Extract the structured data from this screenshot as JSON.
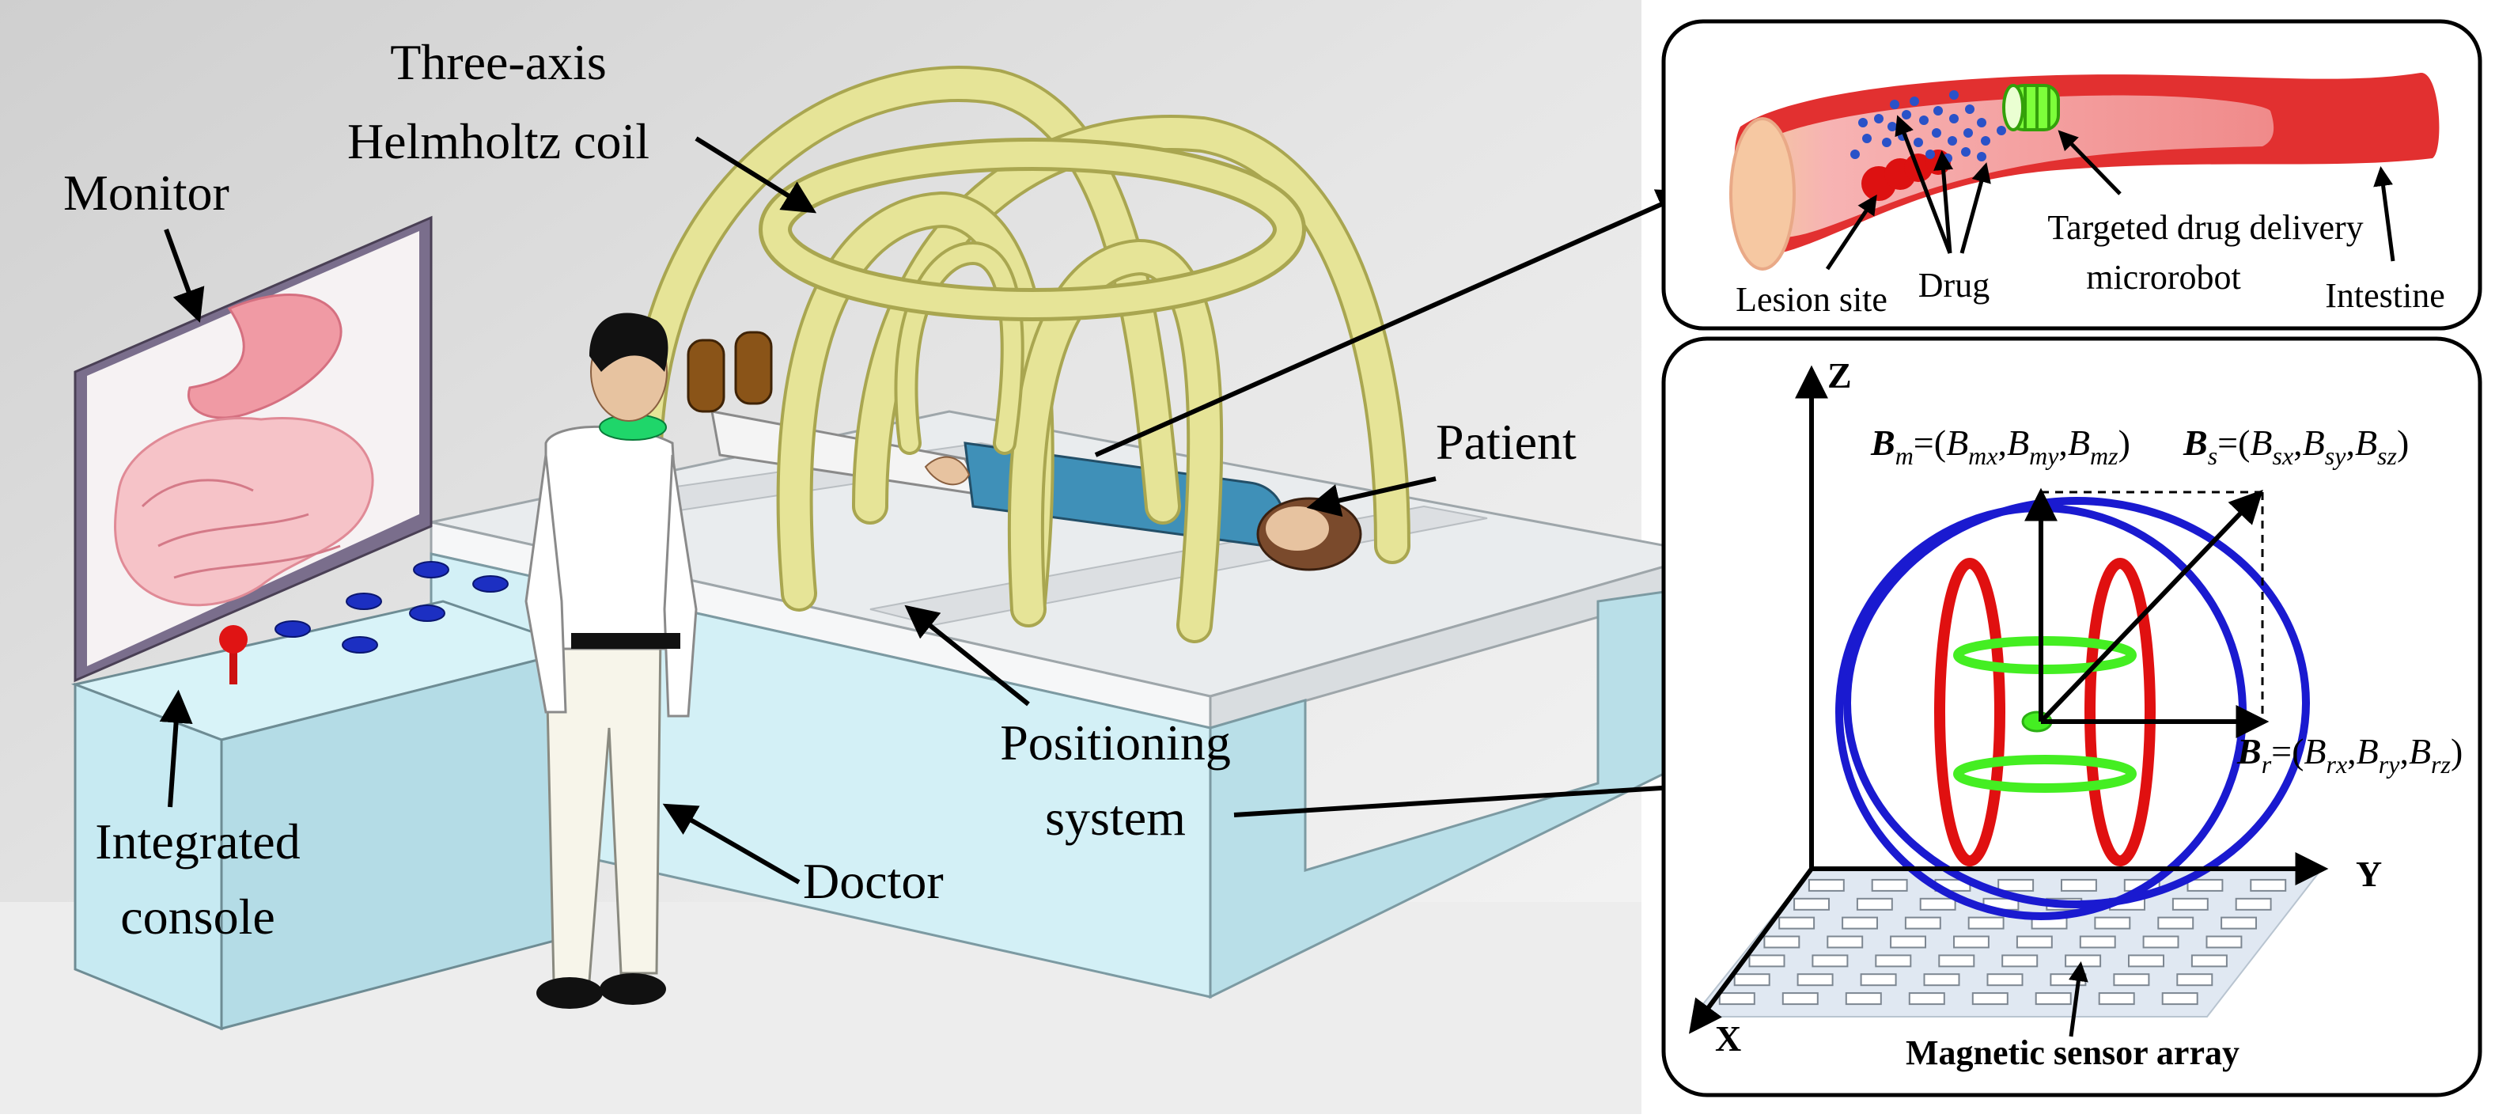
{
  "labels": {
    "coil_line1": "Three-axis",
    "coil_line2": "Helmholtz  coil",
    "monitor": "Monitor",
    "patient": "Patient",
    "positioning_line1": "Positioning",
    "positioning_line2": "system",
    "console_line1": "Integrated",
    "console_line2": "console",
    "doctor": "Doctor"
  },
  "inset_top": {
    "targeted_line1": "Targeted drug delivery",
    "targeted_line2": "microrobot",
    "lesion_site": "Lesion site",
    "drug": "Drug",
    "intestine": "Intestine"
  },
  "inset_bottom": {
    "axis_z": "Z",
    "axis_y": "Y",
    "axis_x": "X",
    "bm": {
      "sym": "B",
      "sub": "m",
      "eq": "=(",
      "c1": "B",
      "s1": "mx",
      "c2": "B",
      "s2": "my",
      "c3": "B",
      "s3": "mz",
      "close": ")"
    },
    "bs": {
      "sym": "B",
      "sub": "s",
      "eq": "=(",
      "c1": "B",
      "s1": "sx",
      "c2": "B",
      "s2": "sy",
      "c3": "B",
      "s3": "sz",
      "close": ")"
    },
    "br": {
      "sym": "B",
      "sub": "r",
      "eq": "=(",
      "c1": "B",
      "s1": "rx",
      "c2": "B",
      "s2": "ry",
      "c3": "B",
      "s3": "rz",
      "close": ")"
    },
    "sensor_array": "Magnetic sensor array"
  },
  "colors": {
    "coil": "#e6e497",
    "coil_dark": "#a9a650",
    "table_top": "#e8ecee",
    "table_side": "#cfeff5",
    "helmholtz_blue": "#1a1ad0",
    "helmholtz_red": "#e01010",
    "helmholtz_green": "#44ee22",
    "intestine_red": "#e23030",
    "drug_blue": "#2a52c8"
  }
}
